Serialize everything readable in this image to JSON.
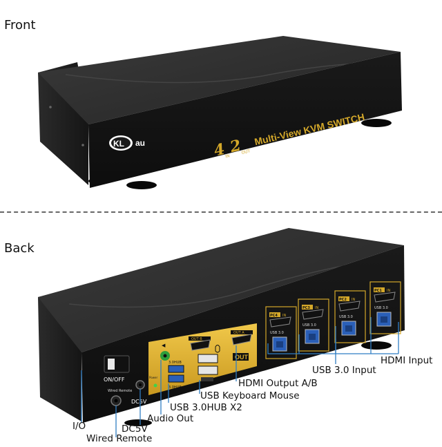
{
  "sections": {
    "front": "Front",
    "back": "Back"
  },
  "front_panel": {
    "brand": "KL",
    "brand_suffix": "au",
    "badge_num_in": "4",
    "badge_in": "IN",
    "badge_num_out": "2",
    "badge_out": "OUT",
    "model_text": "Multi-View KVM SWITCH"
  },
  "back_panel": {
    "power_label": "ON/OFF",
    "wired_remote_port_label": "Wired Remote",
    "dc_port_label": "DC5V",
    "hub_label_top": "3.0HUB",
    "hub_label_bottom": "3.0HUB",
    "power_led_label": "Power",
    "out_b_label": "OUT B",
    "out_a_label": "OUT A",
    "out_box_label": "OUT",
    "pc_ports": [
      {
        "name": "PC4",
        "in": "IN",
        "usb": "USB 3.0"
      },
      {
        "name": "PC3",
        "in": "IN",
        "usb": "USB 3.0"
      },
      {
        "name": "PC2",
        "in": "IN",
        "usb": "USB 3.0"
      },
      {
        "name": "PC1",
        "in": "IN",
        "usb": "USB 3.0"
      }
    ]
  },
  "callouts": {
    "hdmi_input": "HDMI Input",
    "usb30_input": "USB 3.0 Input",
    "hdmi_output": "HDMI Output A/B",
    "usb_km": "USB Keyboard Mouse",
    "usb_hub": "USB 3.0HUB X2",
    "audio_out": "Audio Out",
    "io": "I/O",
    "dc5v": "DC5V",
    "wired_remote": "Wired Remote"
  },
  "colors": {
    "chassis": "#1c1c1c",
    "gold": "#d4a82a",
    "gold_panel": "#e0b830",
    "usb_blue": "#2a5fb8",
    "callout_line": "#2f7ec4",
    "divider": "#666666"
  }
}
